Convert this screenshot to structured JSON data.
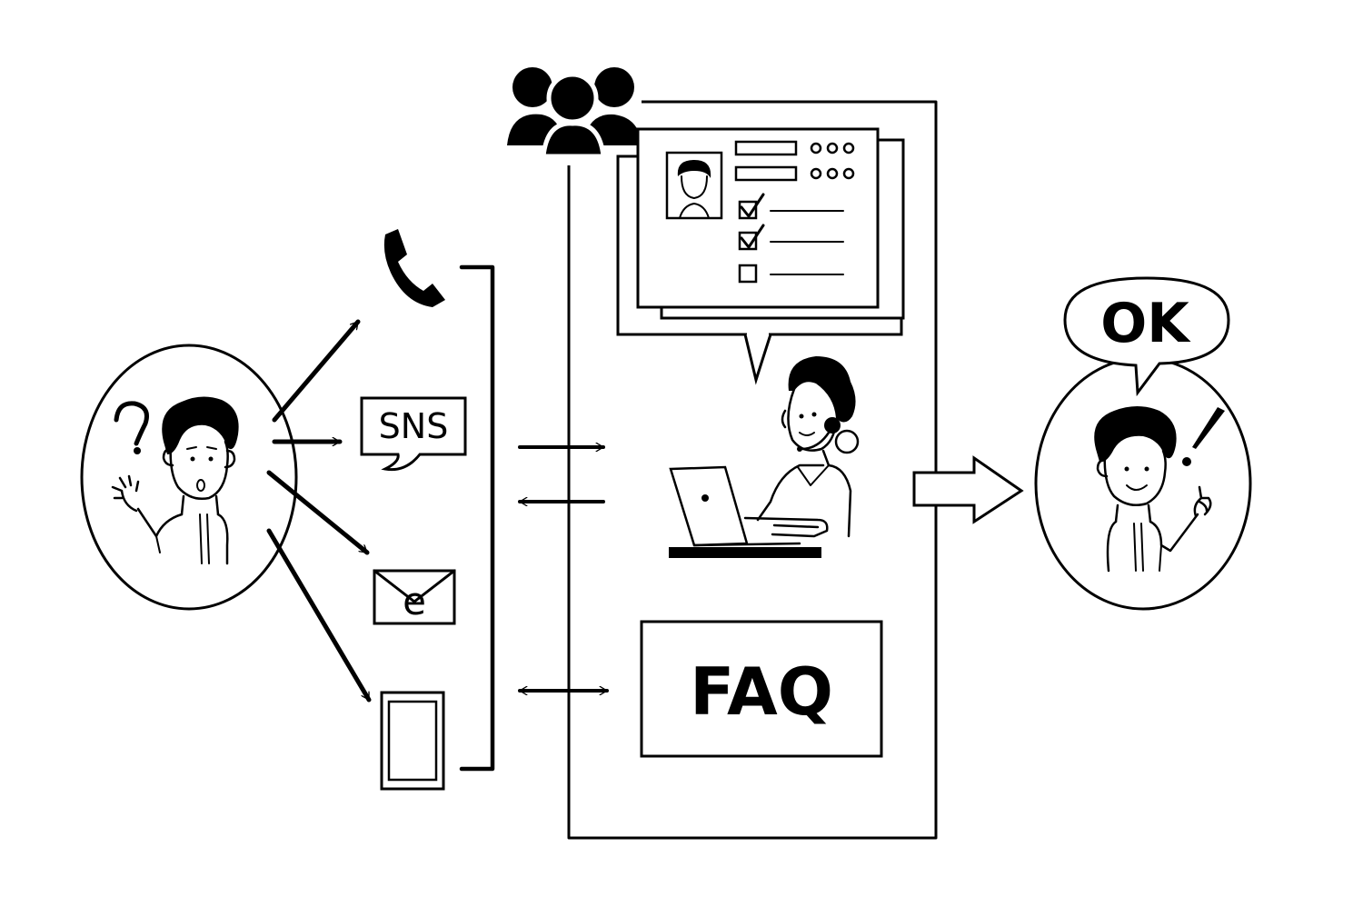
{
  "channels": {
    "phone": {
      "icon": "phone-icon"
    },
    "sns": {
      "label": "SNS",
      "icon": "speech-bubble-icon"
    },
    "email": {
      "label": "e",
      "icon": "envelope-icon"
    },
    "mobile": {
      "icon": "smartphone-icon"
    }
  },
  "support_center": {
    "team_icon": "team-group-icon",
    "operator_icon": "operator-headset-icon",
    "form_icon": "customer-record-form-icon",
    "form_checkboxes": [
      true,
      true,
      false
    ],
    "faq_label": "FAQ"
  },
  "customer_resolved": {
    "speech": "OK"
  }
}
